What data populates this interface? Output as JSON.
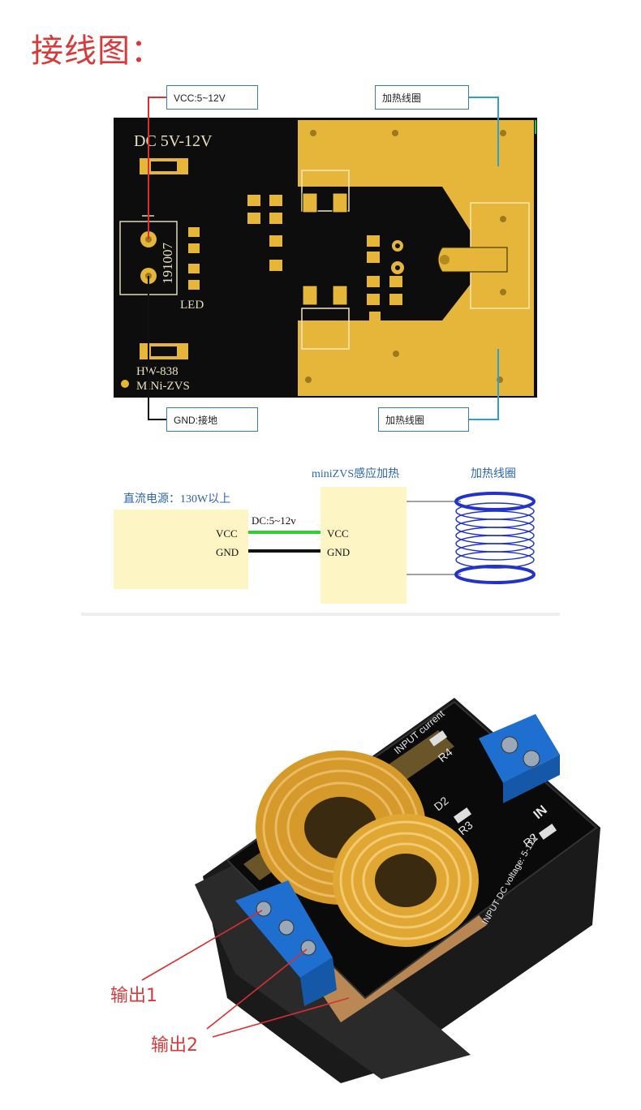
{
  "title": "接线图：",
  "pcb": {
    "dc_label": "DC  5V-12V",
    "code": "191007",
    "led": "LED",
    "model1": "HW-838",
    "model2": "MiNi-ZVS"
  },
  "callouts": {
    "vcc": "VCC:5~12V",
    "gnd": "GND:接地",
    "coil_top": "加热线圈",
    "coil_bottom": "加热线圈"
  },
  "schematic": {
    "psu_label": "直流电源：130W以上",
    "module_label": "miniZVS感应加热",
    "coil_label": "加热线圈",
    "dc_label": "DC:5~12v",
    "vcc_left": "VCC",
    "gnd_left": "GND",
    "vcc_right": "VCC",
    "gnd_right": "GND"
  },
  "photo": {
    "pcb_text1": "INPUT current",
    "pcb_text2": "INPUT DC voltage: 5-12V",
    "r4": "R4",
    "r2": "R2",
    "r3": "R3",
    "in": "IN",
    "d2": "D2",
    "out1": "输出1",
    "out2": "输出2"
  },
  "colors": {
    "accent_red": "#d83a3a",
    "callout_blue": "#3a79c6",
    "pcb_black": "#0d0d0d",
    "copper_gold": "#e8b83a",
    "block_yellow": "#fdf5c4",
    "wire_green": "#33cc33",
    "coil_blue": "#2233cc",
    "terminal_blue": "#1e6fd0"
  }
}
